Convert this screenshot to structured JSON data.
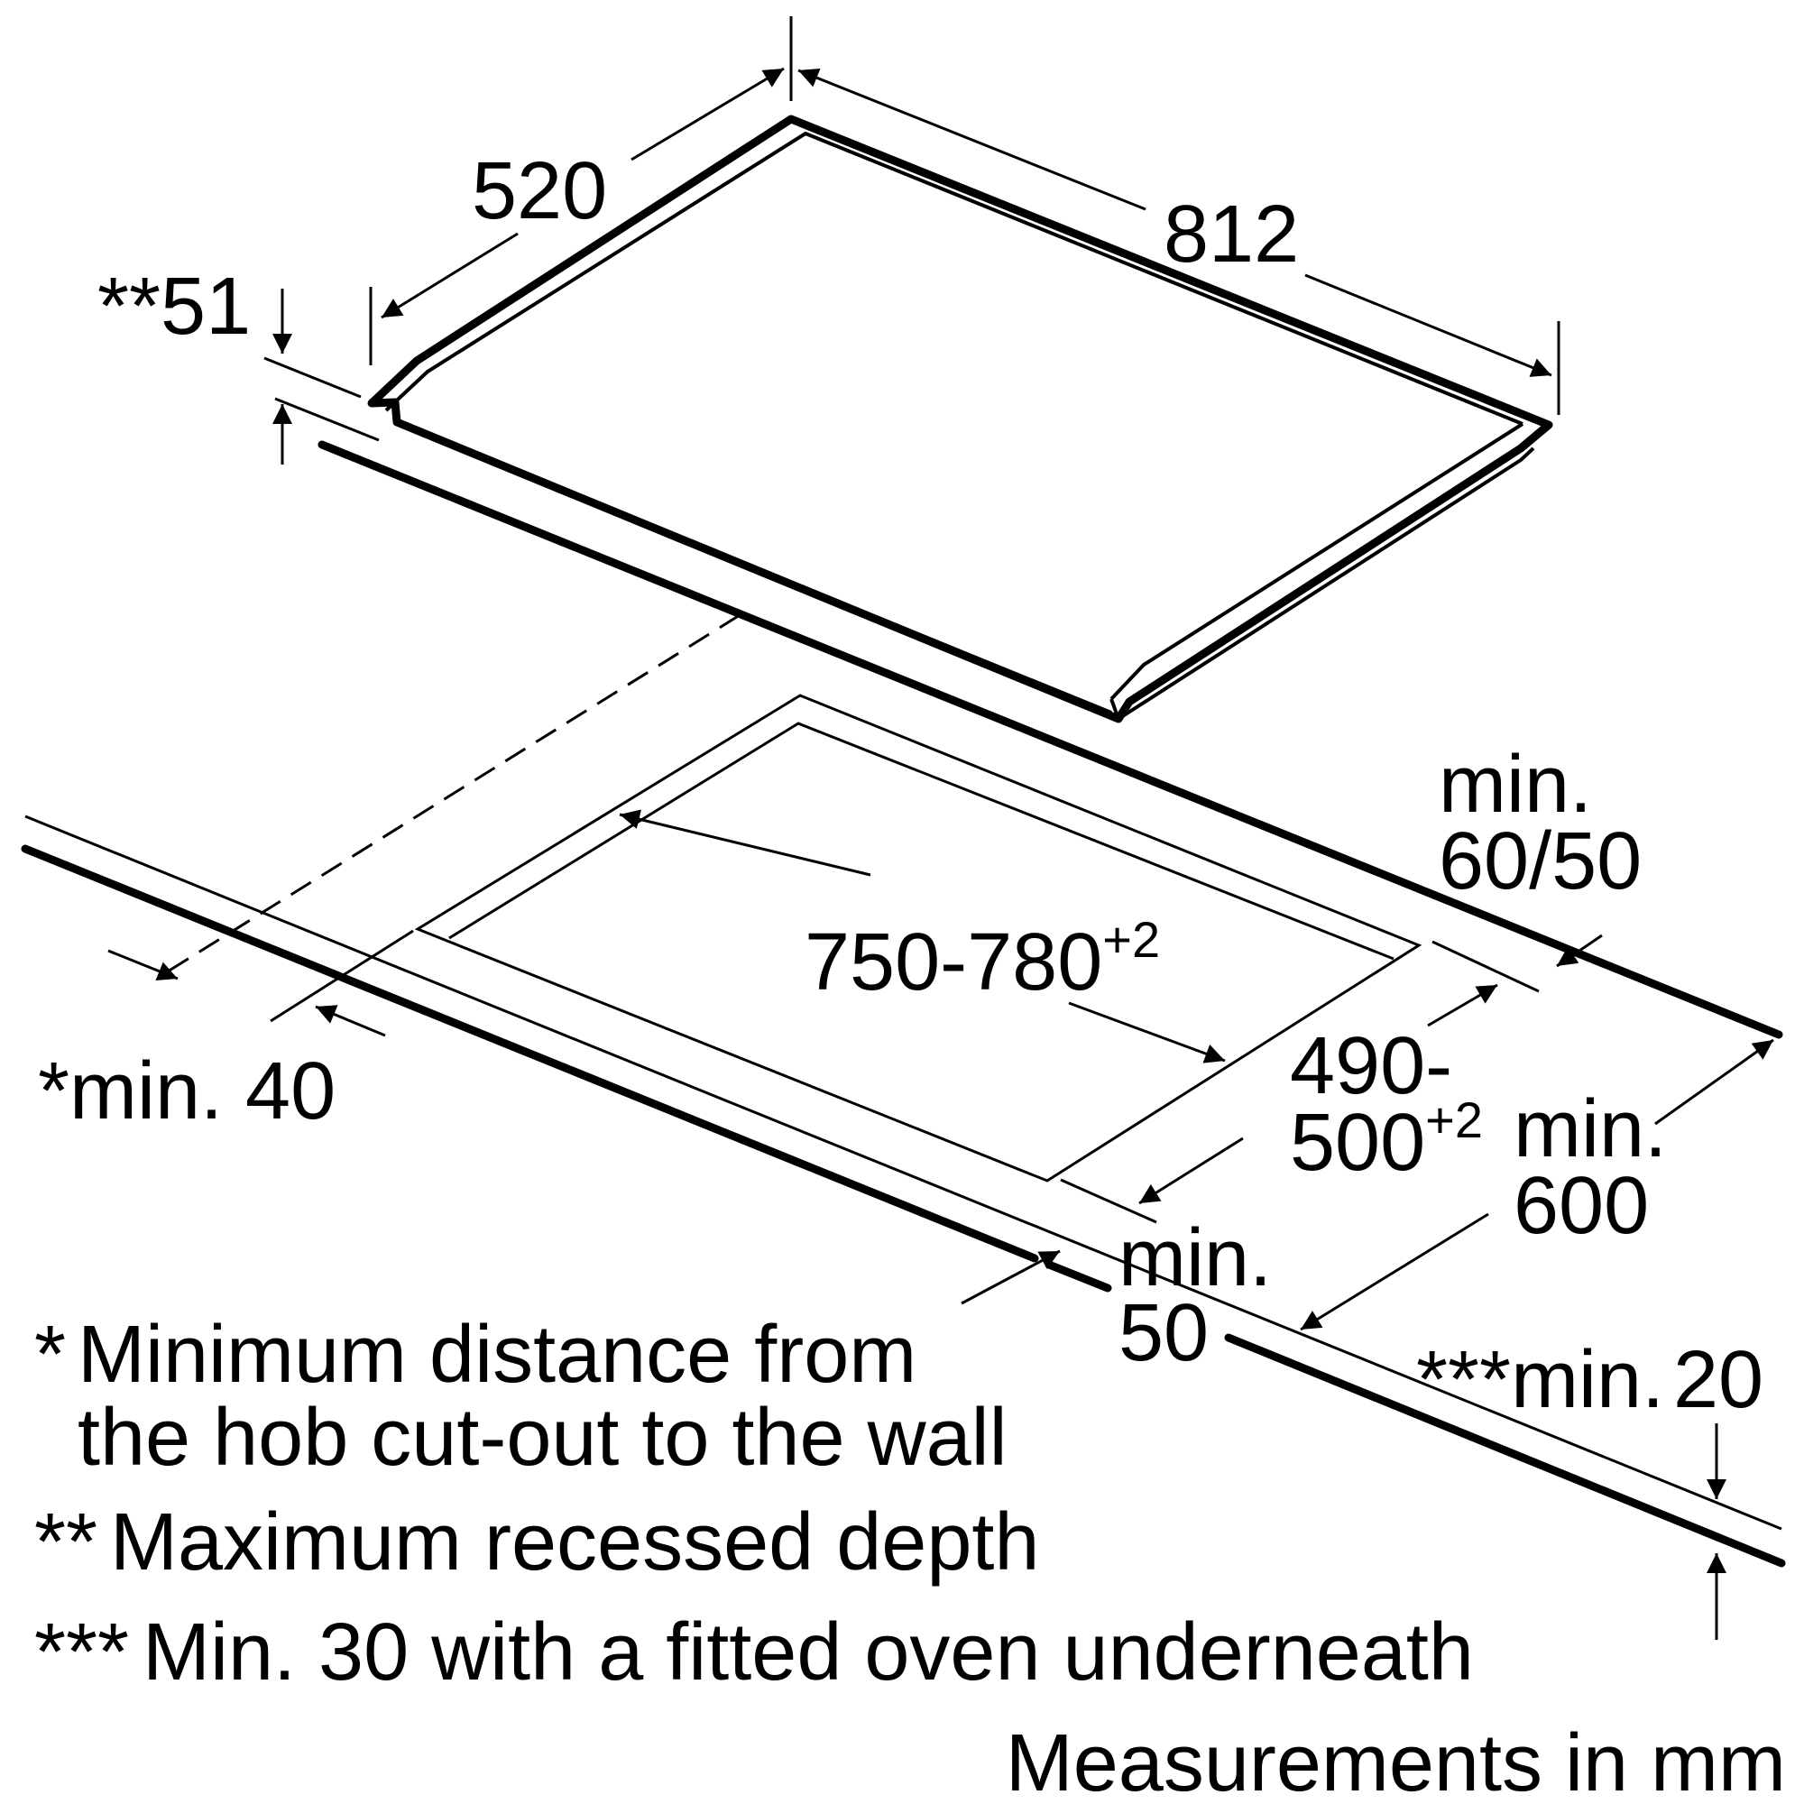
{
  "dimensions": {
    "width_label": "812",
    "depth_label": "520",
    "recess_label": "**51",
    "cutout_width_label": "750-780",
    "cutout_width_tolerance": "+2",
    "cutout_depth_label_1": "490-",
    "cutout_depth_label_2": "500",
    "cutout_depth_tolerance": "+2",
    "rear_gap_label_1": "min.",
    "rear_gap_label_2": "60/50",
    "wall_gap_label": "*min. 40",
    "front_gap_label_1": "min.",
    "front_gap_label_2": "50",
    "cabinet_width_label_1": "min.",
    "cabinet_width_label_2": "600",
    "worktop_thickness_label_1": "***min.",
    "worktop_thickness_label_2": "20"
  },
  "notes": [
    {
      "marker": "*",
      "line1": "Minimum distance from",
      "line2": "the hob cut-out to the wall"
    },
    {
      "marker": "**",
      "line1": "Maximum recessed depth"
    },
    {
      "marker": "***",
      "line1": "Min. 30 with a fitted oven underneath"
    }
  ],
  "units_note": "Measurements in mm"
}
